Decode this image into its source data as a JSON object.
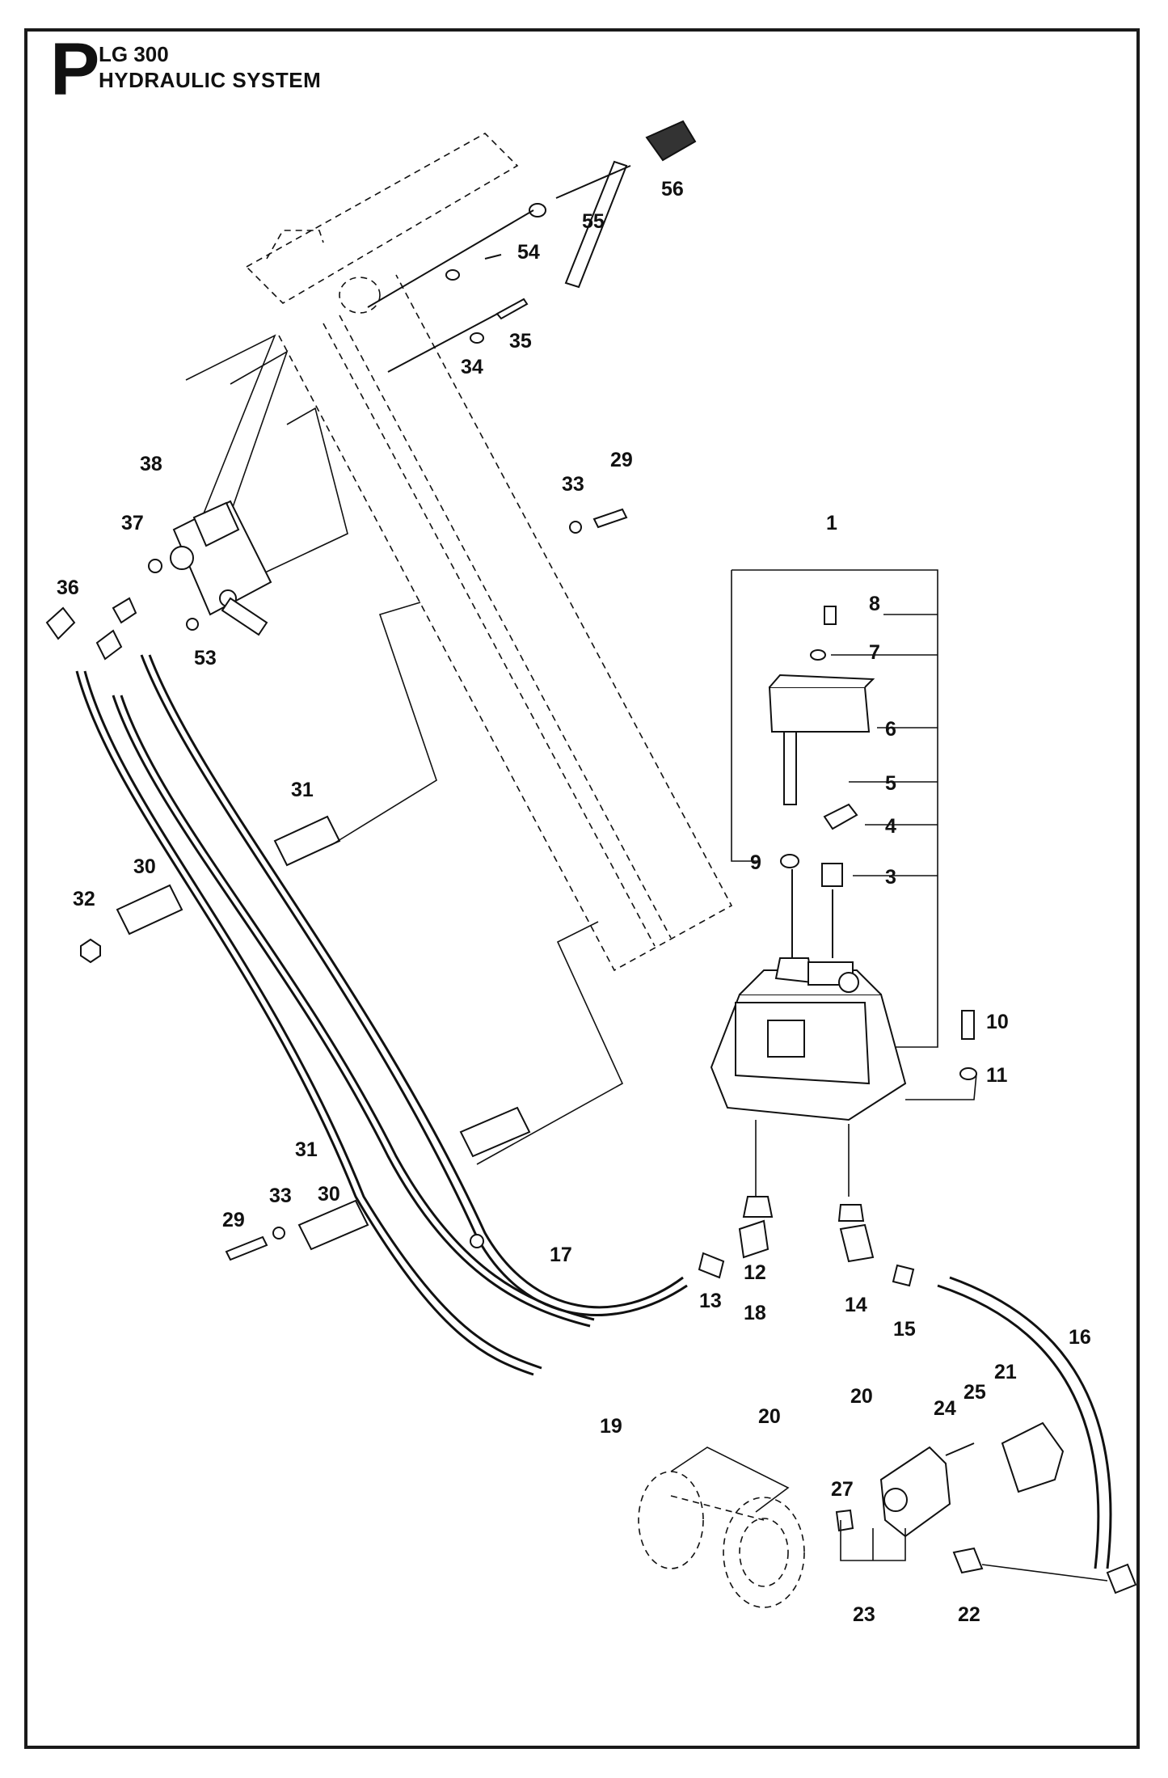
{
  "header": {
    "section_letter": "P",
    "model": "LG 300",
    "title": "HYDRAULIC SYSTEM"
  },
  "callouts": [
    "56",
    "55",
    "54",
    "35",
    "34",
    "38",
    "37",
    "36",
    "53",
    "29",
    "33",
    "1",
    "8",
    "7",
    "6",
    "5",
    "4",
    "9",
    "3",
    "31",
    "30",
    "32",
    "10",
    "11",
    "17",
    "12",
    "13",
    "14",
    "15",
    "16",
    "18",
    "19",
    "20",
    "21",
    "24",
    "25",
    "27",
    "23",
    "22"
  ]
}
